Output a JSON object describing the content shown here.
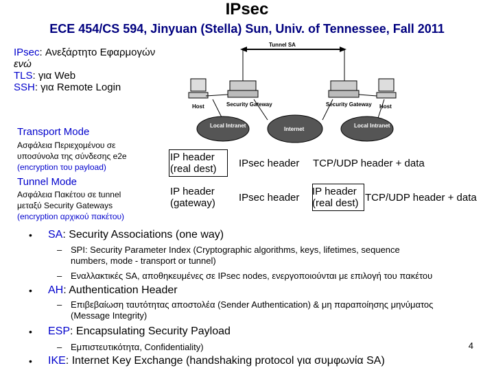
{
  "slide": {
    "title": "IPsec",
    "subtitle": "ECE 454/CS 594, Jinyuan (Stella) Sun, Univ. of Tennessee, Fall 2011",
    "page_number": "4"
  },
  "intro": {
    "ipsec_term": "IPsec",
    "ipsec_text": ": Ανεξάρτητο Εφαρμογών",
    "while_text": "ενώ",
    "tls_term": "TLS",
    "tls_text": ": για Web",
    "ssh_term": "SSH",
    "ssh_text": ": για Remote Login"
  },
  "diagram": {
    "tunnel_label": "Tunnel SA",
    "gateway1_label": "Security Gateway",
    "gateway2_label": "Security Gateway",
    "host1_label": "Host",
    "host2_label": "Host",
    "local_intranet1": "Local Intranet",
    "internet": "Internet",
    "local_intranet2": "Local Intranet"
  },
  "modes": {
    "transport_title": "Transport Mode",
    "transport_desc_1": "Ασφάλεια Περιεχομένου σε",
    "transport_desc_2": "υποσύνολα της σύνδεσης e2e",
    "transport_desc_3": "(encryption του payload)",
    "tunnel_title": "Tunnel Mode",
    "tunnel_desc_1": "Ασφάλεια Πακέτου σε tunnel",
    "tunnel_desc_2": "μεταξύ Security Gateways",
    "tunnel_desc_3": "(encryption αρχικού πακέτου)"
  },
  "packets": {
    "transport": {
      "ip_header_1": "IP header",
      "ip_header_2": "(real dest)",
      "ipsec_header": "IPsec header",
      "payload": "TCP/UDP header + data"
    },
    "tunnel": {
      "ip_header_1": "IP header",
      "ip_header_2": "(gateway)",
      "ipsec_header": "IPsec header",
      "inner_ip_1": "IP header",
      "inner_ip_2": "(real dest)",
      "payload": "TCP/UDP header + data"
    }
  },
  "bullets": {
    "sa_term": "SA",
    "sa_text": ": Security Associations (one way)",
    "sa_sub1_line1": "SPI: Security Parameter Index (Cryptographic algorithms, keys, lifetimes, sequence",
    "sa_sub1_line2": "numbers, mode - transport or tunnel)",
    "sa_sub2": "Εναλλακτικές SA, αποθηκευμένες σε IPsec nodes, ενεργοποιούνται με επιλογή του πακέτου",
    "ah_term": "AH",
    "ah_text": ": Authentication Header",
    "ah_sub_line1": "Επιβεβαίωση ταυτότητας αποστολέα (Sender Authentication) & μη παραποίησης μηνύματος",
    "ah_sub_line2": "(Message Integrity)",
    "esp_term": "ESP",
    "esp_text": ": Encapsulating Security Payload",
    "esp_sub": "Εμπιστευτικότητα, Confidentiality)",
    "ike_term": "IKE",
    "ike_text": ": Internet Key Exchange (handshaking protocol για συμφωνία SA)"
  }
}
